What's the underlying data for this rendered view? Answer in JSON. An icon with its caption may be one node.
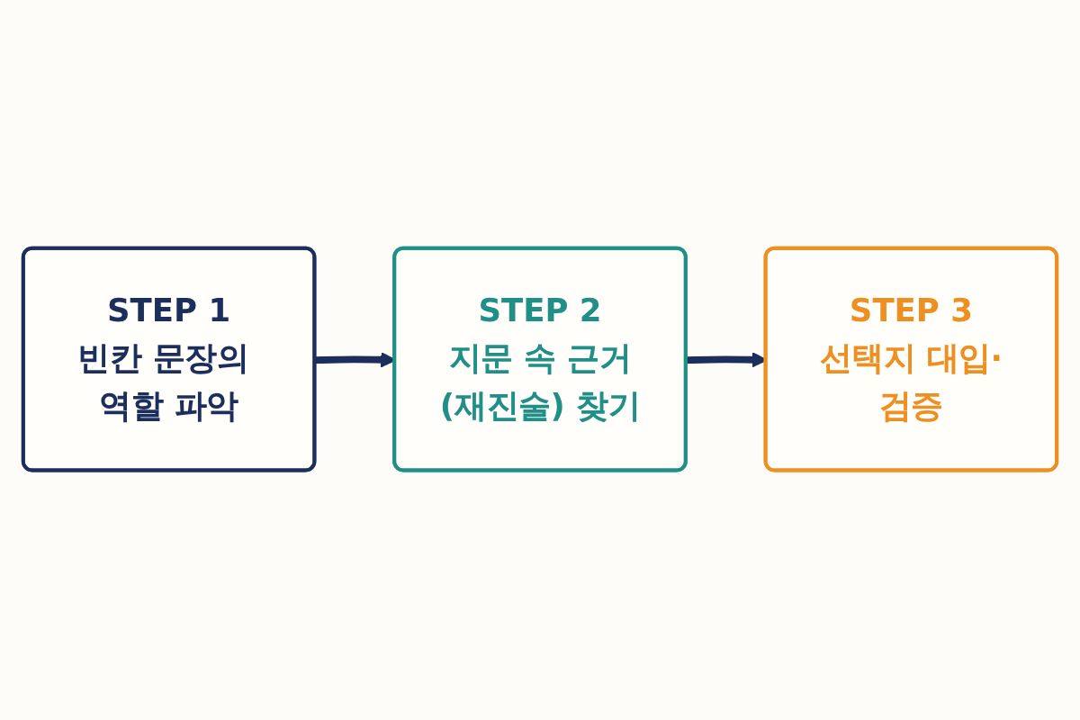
{
  "diagram": {
    "nodes": [
      {
        "text": [
          "STEP 1",
          "빈칸 문장의 역할 파악"
        ]
      },
      {
        "text": [
          "STEP 2",
          "지문 속 근거(재진술) 찾기"
        ]
      },
      {
        "text": [
          "STEP 3",
          "선택지 대입·검증"
        ]
      }
    ],
    "edges": [
      {
        "from": 0,
        "to": 1,
        "arrow": "to"
      },
      {
        "from": 1,
        "to": 2,
        "arrow": "to"
      }
    ]
  }
}
